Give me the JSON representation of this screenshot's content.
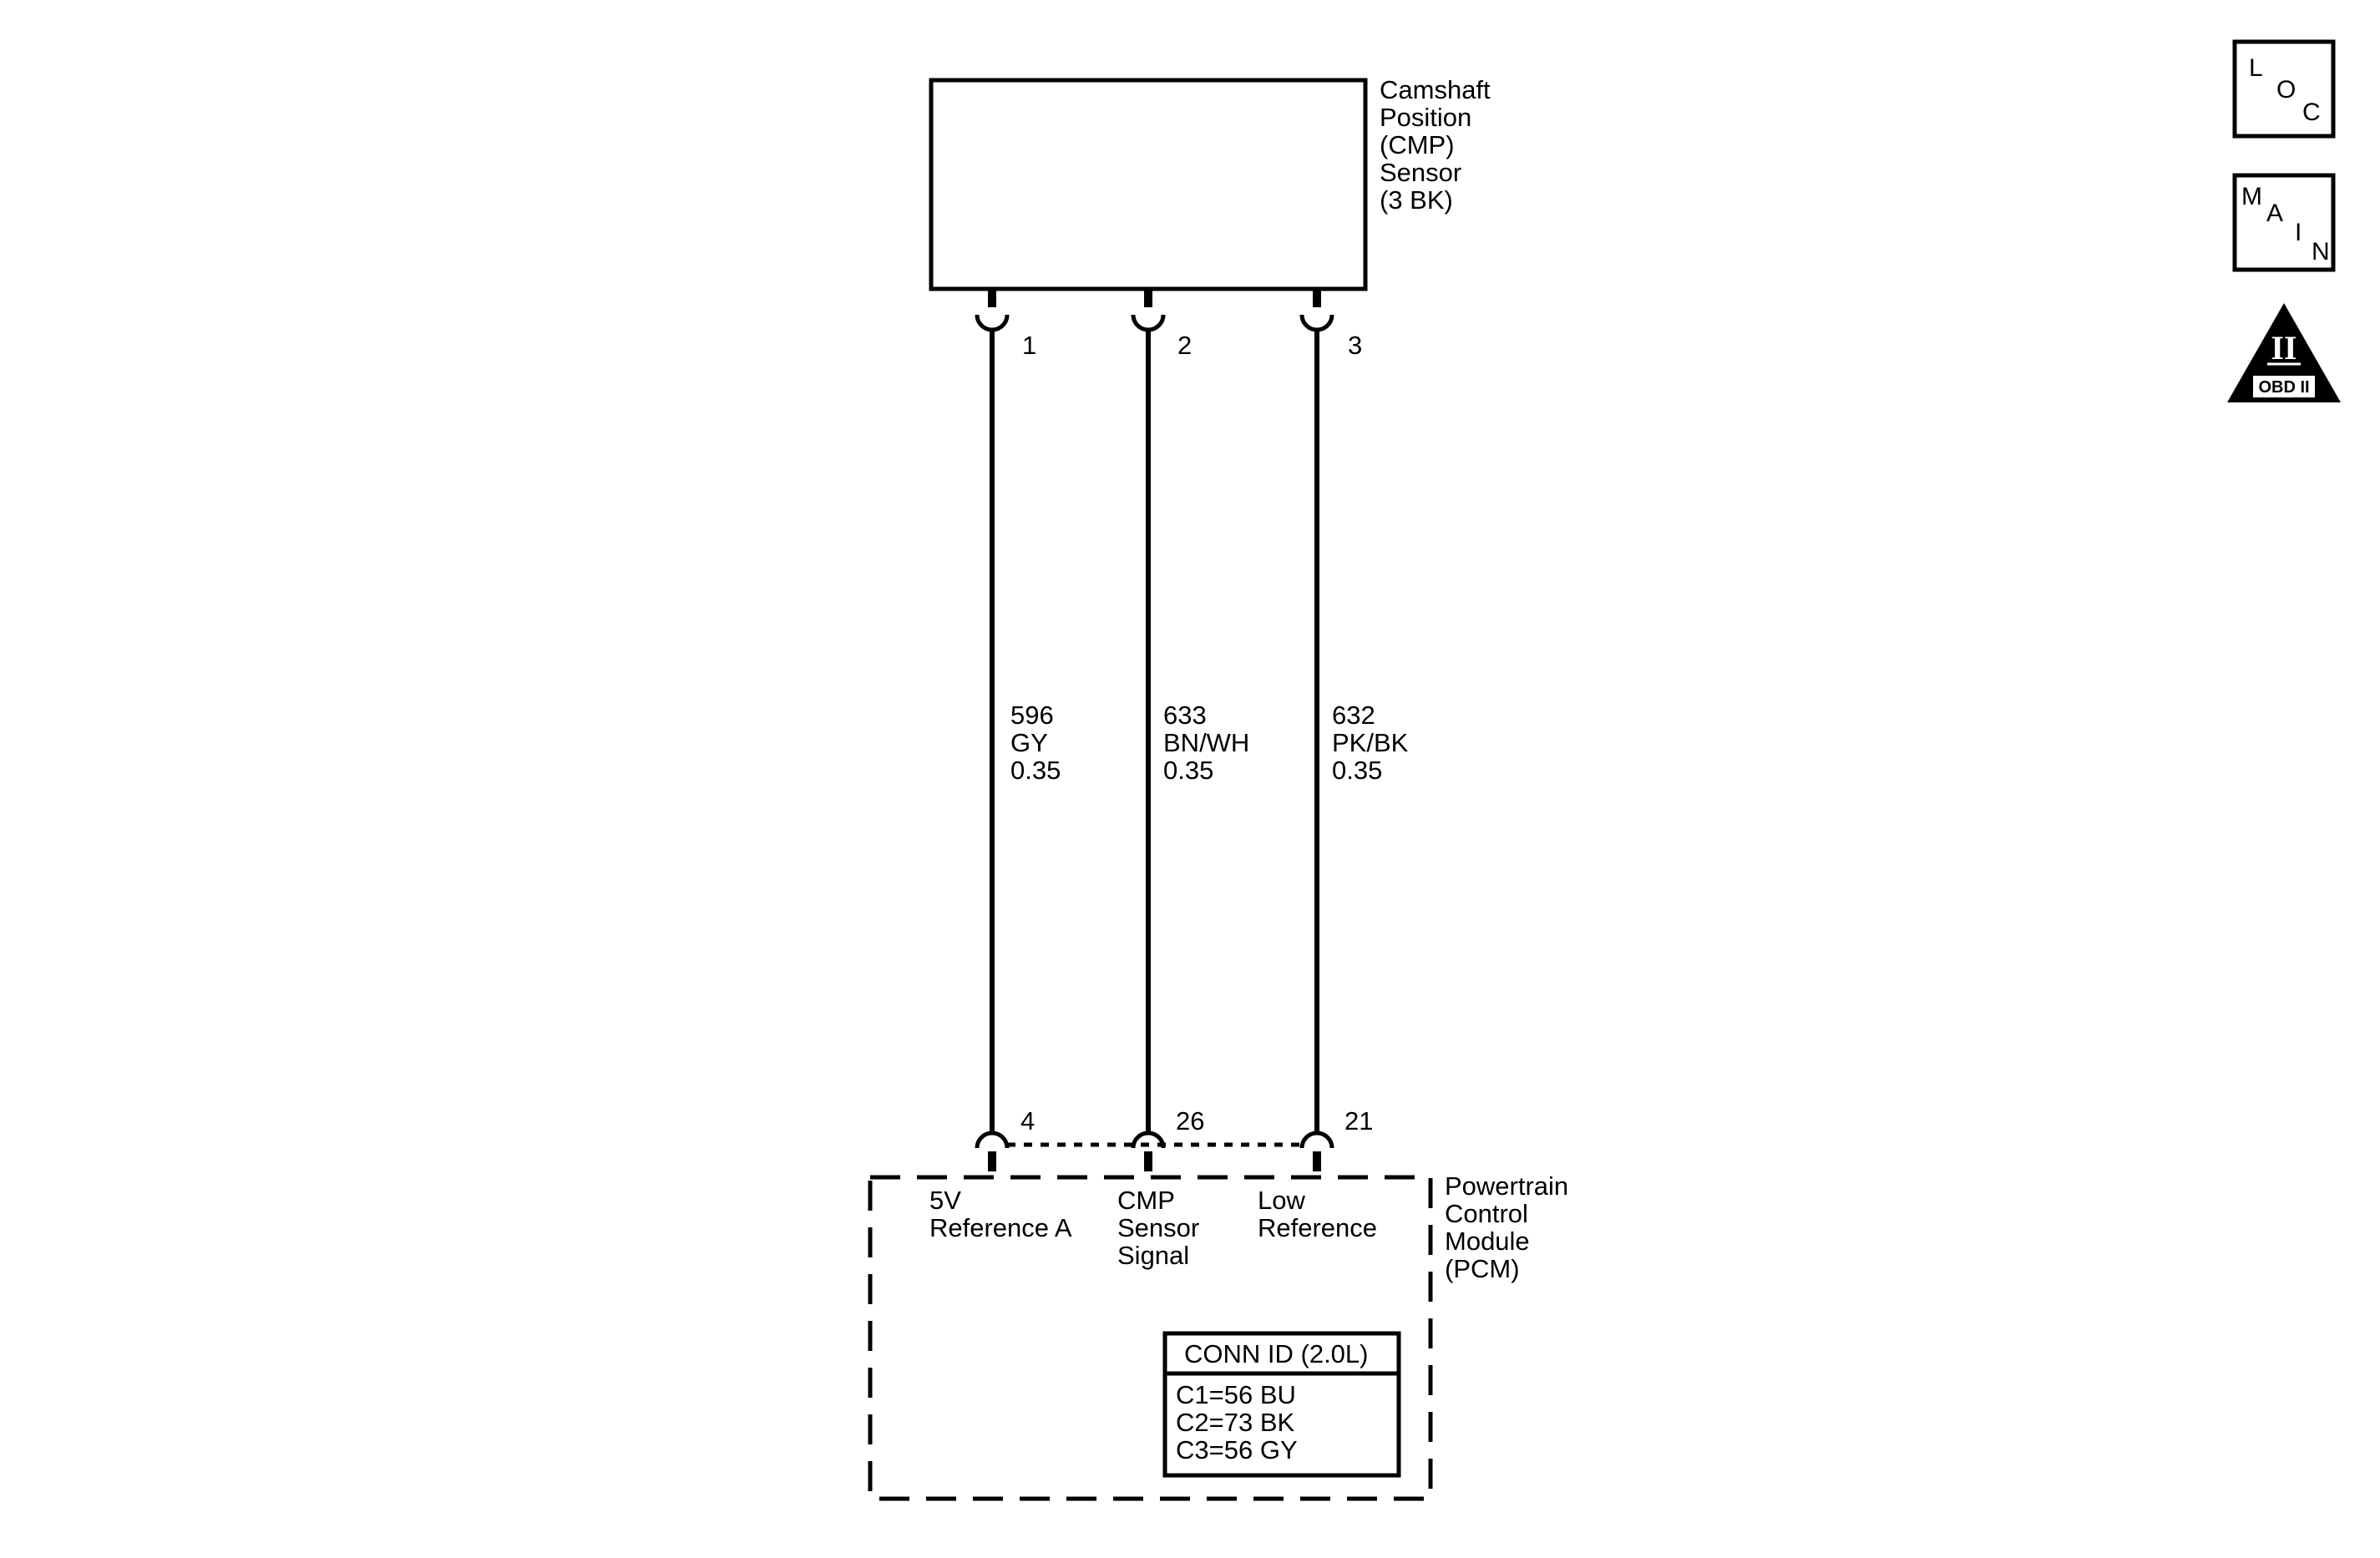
{
  "sensor": {
    "name_lines": [
      "Camshaft",
      "Position",
      "(CMP)",
      "Sensor",
      "(3 BK)"
    ]
  },
  "pcm": {
    "name_lines": [
      "Powertrain",
      "Control",
      "Module",
      "(PCM)"
    ]
  },
  "circuits": [
    {
      "sensor_pin": "1",
      "pcm_pin": "4",
      "circuit": "596",
      "color": "GY",
      "gauge": "0.35",
      "function_lines": [
        "5V",
        "Reference A"
      ]
    },
    {
      "sensor_pin": "2",
      "pcm_pin": "26",
      "circuit": "633",
      "color": "BN/WH",
      "gauge": "0.35",
      "function_lines": [
        "CMP",
        "Sensor",
        "Signal"
      ]
    },
    {
      "sensor_pin": "3",
      "pcm_pin": "21",
      "circuit": "632",
      "color": "PK/BK",
      "gauge": "0.35",
      "function_lines": [
        "Low",
        "Reference"
      ]
    }
  ],
  "conn_id": {
    "title": "CONN ID (2.0L)",
    "rows": [
      "C1=56 BU",
      "C2=73 BK",
      "C3=56 GY"
    ]
  },
  "icons": {
    "loc": {
      "name": "loc-icon",
      "letters": [
        "L",
        "O",
        "C"
      ]
    },
    "main": {
      "name": "main-icon",
      "letters": [
        "M",
        "A",
        "I",
        "N"
      ]
    },
    "obd": {
      "name": "obd-ii-icon",
      "numeral": "II",
      "label": "OBD II"
    }
  }
}
